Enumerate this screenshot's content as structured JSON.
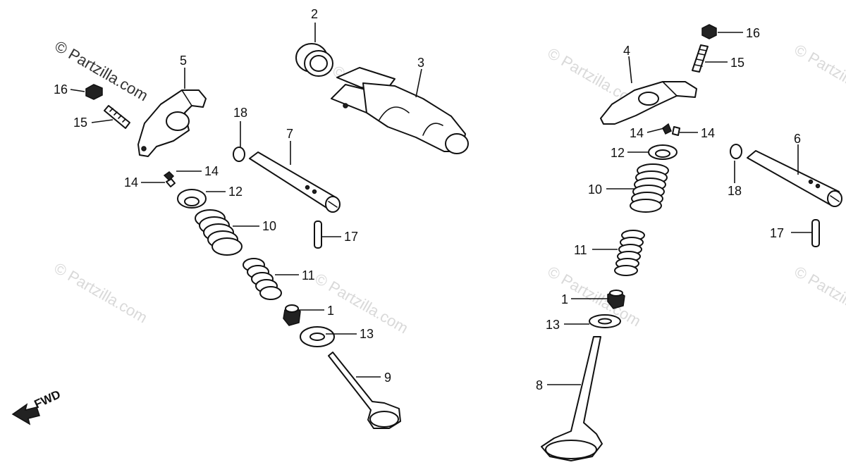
{
  "watermark": {
    "text": "© Partzilla.com"
  },
  "direction_label": "FWD",
  "callouts": {
    "c1a": "1",
    "c1b": "1",
    "c2": "2",
    "c3": "3",
    "c4": "4",
    "c5": "5",
    "c6": "6",
    "c7": "7",
    "c8": "8",
    "c9": "9",
    "c10a": "10",
    "c10b": "10",
    "c11a": "11",
    "c11b": "11",
    "c12a": "12",
    "c12b": "12",
    "c13a": "13",
    "c13b": "13",
    "c14a": "14",
    "c14b": "14",
    "c14c": "14",
    "c14d": "14",
    "c15a": "15",
    "c15b": "15",
    "c16a": "16",
    "c16b": "16",
    "c17a": "17",
    "c17b": "17",
    "c18a": "18",
    "c18b": "18"
  }
}
